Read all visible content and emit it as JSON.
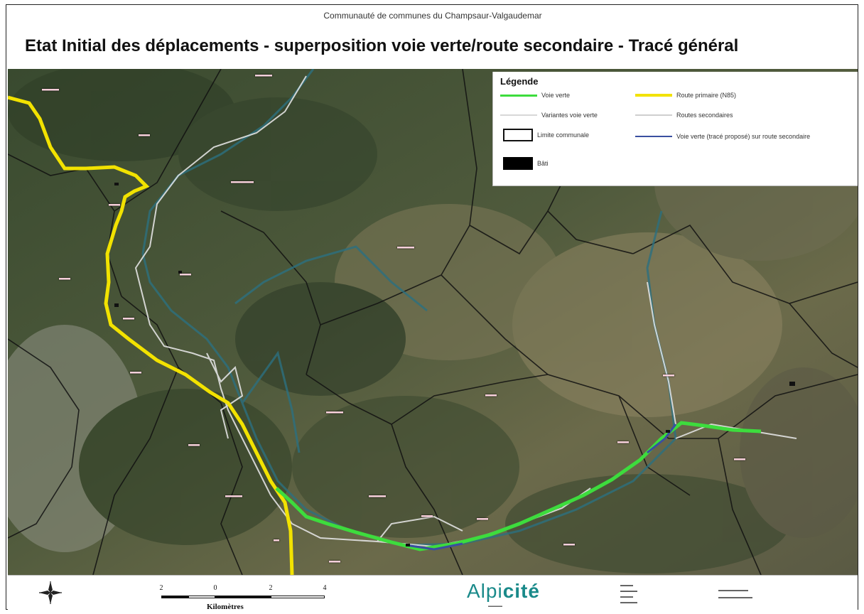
{
  "header": {
    "subtitle": "Communauté de communes du Champsaur-Valgaudemar",
    "title": "Etat Initial des déplacements - superposition voie verte/route secondaire - Tracé général"
  },
  "legend": {
    "title": "Légende",
    "items": {
      "voie_verte": "Voie verte",
      "route_primaire": "Route primaire (N85)",
      "variantes": "Variantes voie verte",
      "routes_secondaires": "Routes secondaires",
      "limite_communale": "Limite communale",
      "voie_verte_sur_route": "Voie verte (tracé proposé) sur route secondaire",
      "bati": "Bâti"
    },
    "colors": {
      "voie_verte": "#3ddc3d",
      "route_primaire": "#f2e200",
      "variantes": "#d8d8d8",
      "routes_secondaires": "#cfcfcf",
      "limite_communale": "#111111",
      "voie_verte_sur_route": "#3a4fa0",
      "bati": "#000000"
    }
  },
  "scale": {
    "ticks": [
      "2",
      "0",
      "2",
      "4"
    ],
    "unit": "Kilomètres"
  },
  "logo": {
    "alpi": "Alpi",
    "cite": "cité"
  },
  "icons": {
    "north_arrow": "compass-rose-icon"
  }
}
